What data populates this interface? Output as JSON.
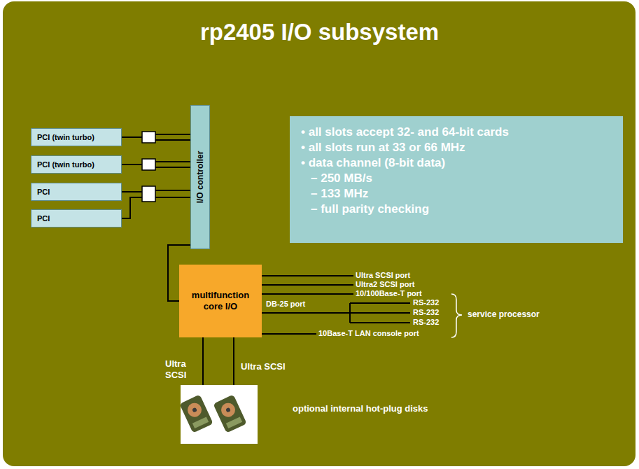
{
  "diagram": {
    "title": "rp2405 I/O subsystem",
    "nodes": [
      {
        "text": [
          "PCI (twin turbo)"
        ]
      },
      {
        "text": [
          "PCI (twin turbo)"
        ]
      },
      {
        "text": [
          "PCI"
        ]
      },
      {
        "text": [
          "PCI"
        ]
      },
      {
        "text": [
          "I/O controller"
        ]
      },
      {
        "text": [
          "• all slots accept 32- and 64-bit cards",
          "• all slots run at 33 or 66 MHz",
          "• data channel (8-bit data)",
          "– 250 MB/s",
          "– 133 MHz",
          "– full parity checking"
        ]
      },
      {
        "text": [
          "multifunction core I/O"
        ]
      },
      {
        "text": [
          "optional internal hot-plug disks"
        ]
      }
    ],
    "edges": [
      {
        "from": 0,
        "to": 4,
        "arrow": "none"
      },
      {
        "from": 1,
        "to": 4,
        "arrow": "none"
      },
      {
        "from": 2,
        "to": 4,
        "arrow": "none"
      },
      {
        "from": 3,
        "to": 4,
        "arrow": "none"
      },
      {
        "from": 4,
        "to": 6,
        "arrow": "none"
      },
      {
        "from": 6,
        "to": 7,
        "label": "Ultra SCSI",
        "arrow": "none"
      },
      {
        "from": 6,
        "to": 7,
        "label": "Ultra SCSI",
        "arrow": "none"
      }
    ],
    "labels": [
      "Ultra SCSI port",
      "Ultra2 SCSI port",
      "10/100Base-T port",
      "DB-25 port",
      "RS-232",
      "RS-232",
      "RS-232",
      "10Base-T LAN console port",
      "service processor"
    ]
  }
}
